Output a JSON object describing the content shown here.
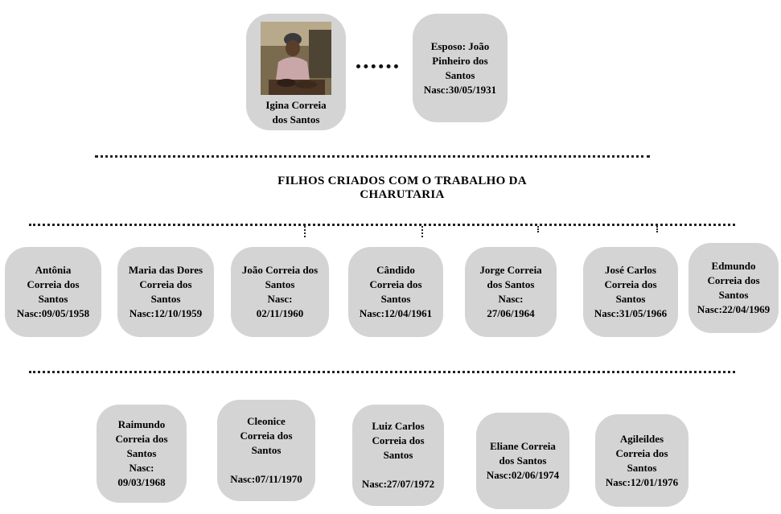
{
  "couple": {
    "mother": {
      "name": "Igina Correia\ndos Santos",
      "photo": "portrait-photo"
    },
    "father": {
      "text": "Esposo: João\nPinheiro dos\nSantos\nNasc:30/05/1931"
    }
  },
  "heading": "FILHOS CRIADOS COM O TRABALHO DA\nCHARUTARIA",
  "children_row1": [
    "Antônia\nCorreia dos\nSantos\nNasc:09/05/1958",
    "Maria das Dores\nCorreia dos\nSantos\nNasc:12/10/1959",
    "João Correia dos\nSantos\nNasc:\n02/11/1960",
    "Cândido\nCorreia dos\nSantos\nNasc:12/04/1961",
    "Jorge Correia\ndos Santos\nNasc:\n27/06/1964",
    "José Carlos\nCorreia dos\nSantos\nNasc:31/05/1966",
    "Edmundo\nCorreia dos\nSantos\nNasc:22/04/1969"
  ],
  "children_row2": [
    "Raimundo\nCorreia dos\nSantos\nNasc:\n09/03/1968",
    "Cleonice\nCorreia dos\nSantos\n\nNasc:07/11/1970",
    "Luiz Carlos\nCorreia dos\nSantos\n\nNasc:27/07/1972",
    "Eliane Correia\ndos Santos\nNasc:02/06/1974",
    "Agileildes\nCorreia dos\nSantos\nNasc:12/01/1976"
  ]
}
